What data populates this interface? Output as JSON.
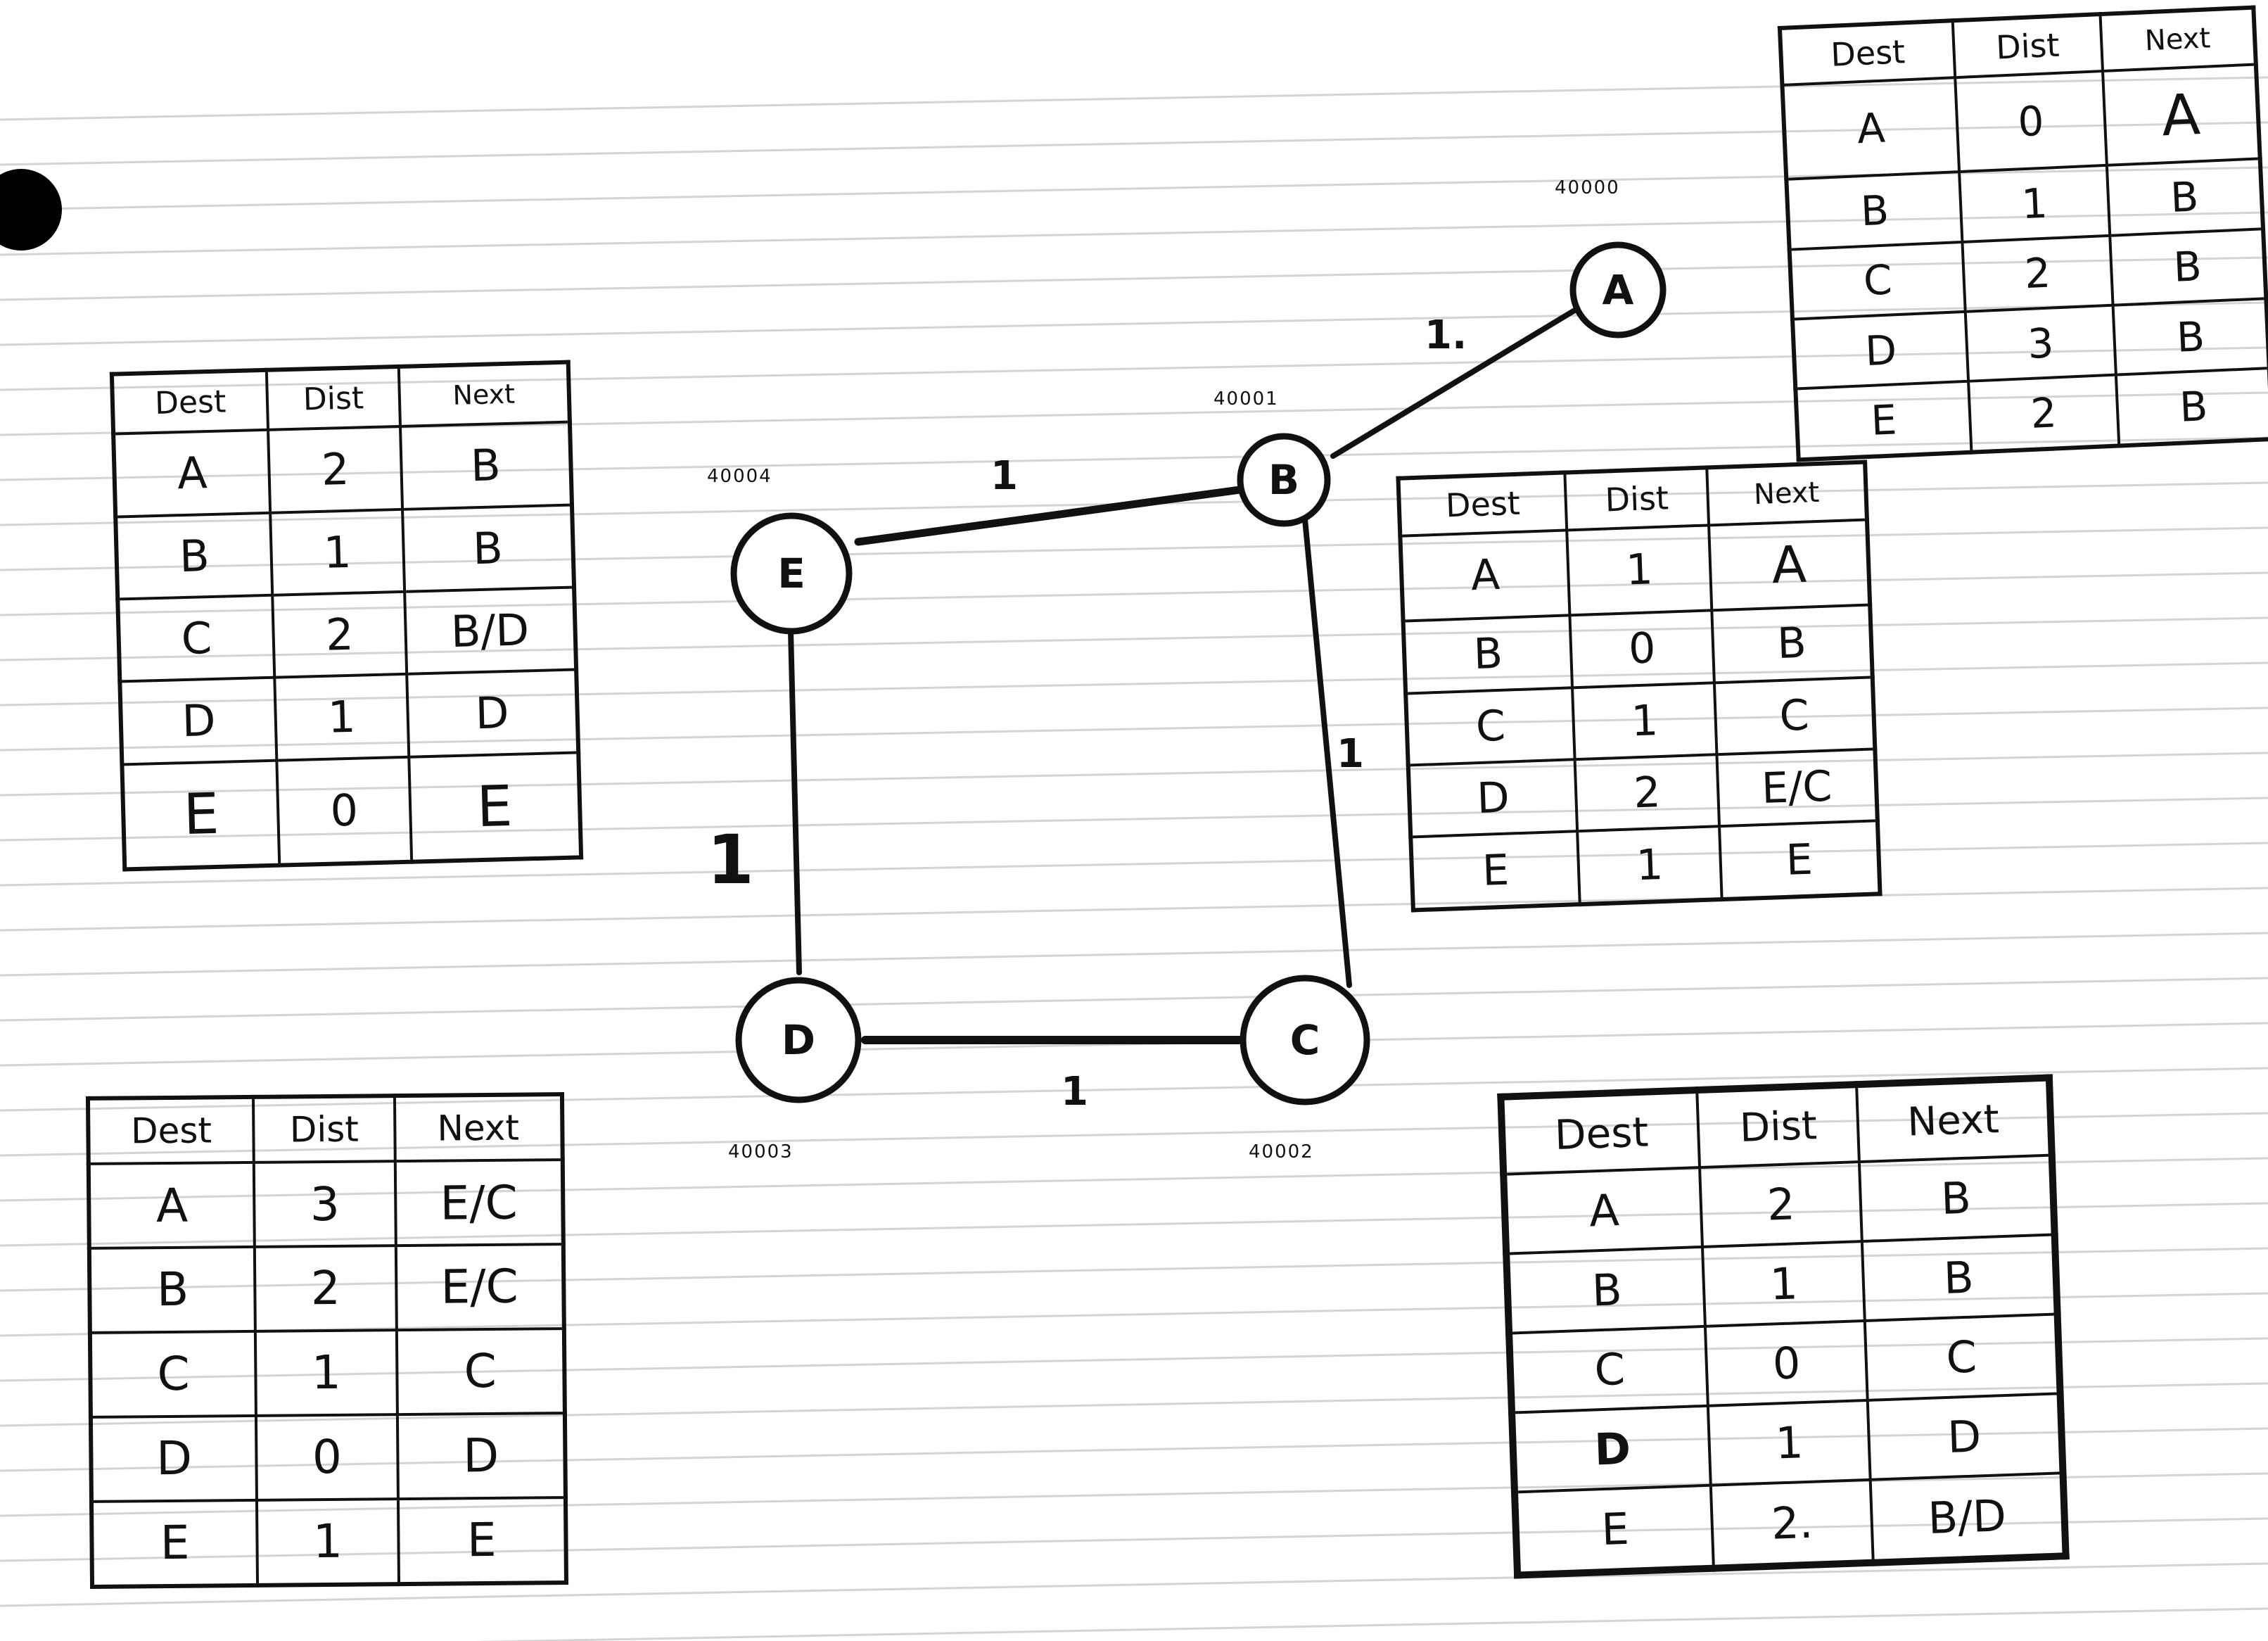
{
  "graph": {
    "nodes": [
      {
        "id": "A",
        "label": "A",
        "port": "40000"
      },
      {
        "id": "B",
        "label": "B",
        "port": "40001"
      },
      {
        "id": "C",
        "label": "C",
        "port": "40002"
      },
      {
        "id": "D",
        "label": "D",
        "port": "40003"
      },
      {
        "id": "E",
        "label": "E",
        "port": "40004"
      }
    ],
    "edges": [
      {
        "from": "A",
        "to": "B",
        "cost": "1."
      },
      {
        "from": "E",
        "to": "B",
        "cost": "1"
      },
      {
        "from": "B",
        "to": "C",
        "cost": "1"
      },
      {
        "from": "E",
        "to": "D",
        "cost": "1"
      },
      {
        "from": "D",
        "to": "C",
        "cost": "1"
      }
    ]
  },
  "tables": {
    "A": {
      "headers": [
        "Dest",
        "Dist",
        "Next"
      ],
      "rows": [
        [
          "A",
          "0",
          "A"
        ],
        [
          "B",
          "1",
          "B"
        ],
        [
          "C",
          "2",
          "B"
        ],
        [
          "D",
          "3",
          "B"
        ],
        [
          "E",
          "2",
          "B"
        ]
      ]
    },
    "B": {
      "headers": [
        "Dest",
        "Dist",
        "Next"
      ],
      "rows": [
        [
          "A",
          "1",
          "A"
        ],
        [
          "B",
          "0",
          "B"
        ],
        [
          "C",
          "1",
          "C"
        ],
        [
          "D",
          "2",
          "E/C"
        ],
        [
          "E",
          "1",
          "E"
        ]
      ]
    },
    "C": {
      "headers": [
        "Dest",
        "Dist",
        "Next"
      ],
      "rows": [
        [
          "A",
          "2",
          "B"
        ],
        [
          "B",
          "1",
          "B"
        ],
        [
          "C",
          "0",
          "C"
        ],
        [
          "D",
          "1",
          "D"
        ],
        [
          "E",
          "2.",
          "B/D"
        ]
      ]
    },
    "D": {
      "headers": [
        "Dest",
        "Dist",
        "Next"
      ],
      "rows": [
        [
          "A",
          "3",
          "E/C"
        ],
        [
          "B",
          "2",
          "E/C"
        ],
        [
          "C",
          "1",
          "C"
        ],
        [
          "D",
          "0",
          "D"
        ],
        [
          "E",
          "1",
          "E"
        ]
      ]
    },
    "E": {
      "headers": [
        "Dest",
        "Dist",
        "Next"
      ],
      "rows": [
        [
          "A",
          "2",
          "B"
        ],
        [
          "B",
          "1",
          "B"
        ],
        [
          "C",
          "2",
          "B/D"
        ],
        [
          "D",
          "1",
          "D"
        ],
        [
          "E",
          "0",
          "E"
        ]
      ]
    }
  },
  "colors": {
    "ink": "#111111",
    "paper": "#ffffff",
    "rule": "#d4d4d4"
  }
}
